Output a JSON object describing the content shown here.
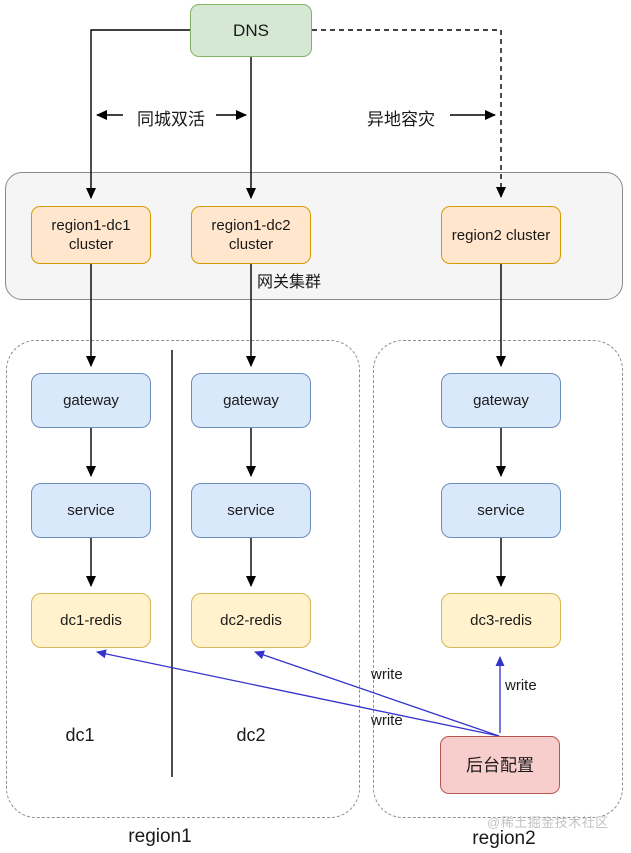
{
  "diagram": {
    "dns_label": "DNS",
    "edge_labels": {
      "same_city": "同城双活",
      "remote_disaster": "异地容灾"
    },
    "gateway_cluster": {
      "label": "网关集群",
      "clusters": [
        "region1-dc1 cluster",
        "region1-dc2 cluster",
        "region2 cluster"
      ]
    },
    "columns": [
      {
        "gateway": "gateway",
        "service": "service",
        "redis": "dc1-redis"
      },
      {
        "gateway": "gateway",
        "service": "service",
        "redis": "dc2-redis"
      },
      {
        "gateway": "gateway",
        "service": "service",
        "redis": "dc3-redis"
      }
    ],
    "dc_labels": [
      "dc1",
      "dc2"
    ],
    "region_labels": [
      "region1",
      "region2"
    ],
    "backend_config_label": "后台配置",
    "write_labels": [
      "write",
      "write",
      "write"
    ],
    "watermark": "@稀土掘金技术社区",
    "colors": {
      "dns_fill": "#d5e8d4",
      "dns_stroke": "#82b366",
      "cluster_fill": "#ffe6cc",
      "cluster_stroke": "#d79b00",
      "node_fill": "#dae8fc",
      "node_stroke": "#6c8ebf",
      "redis_fill": "#fff2cc",
      "redis_stroke": "#d6b656",
      "config_fill": "#f8cecc",
      "config_stroke": "#b85450",
      "group_fill": "#f5f5f5",
      "group_stroke": "#8a8a8a",
      "arrow": "#000000",
      "write_arrow": "#3333cc"
    }
  }
}
